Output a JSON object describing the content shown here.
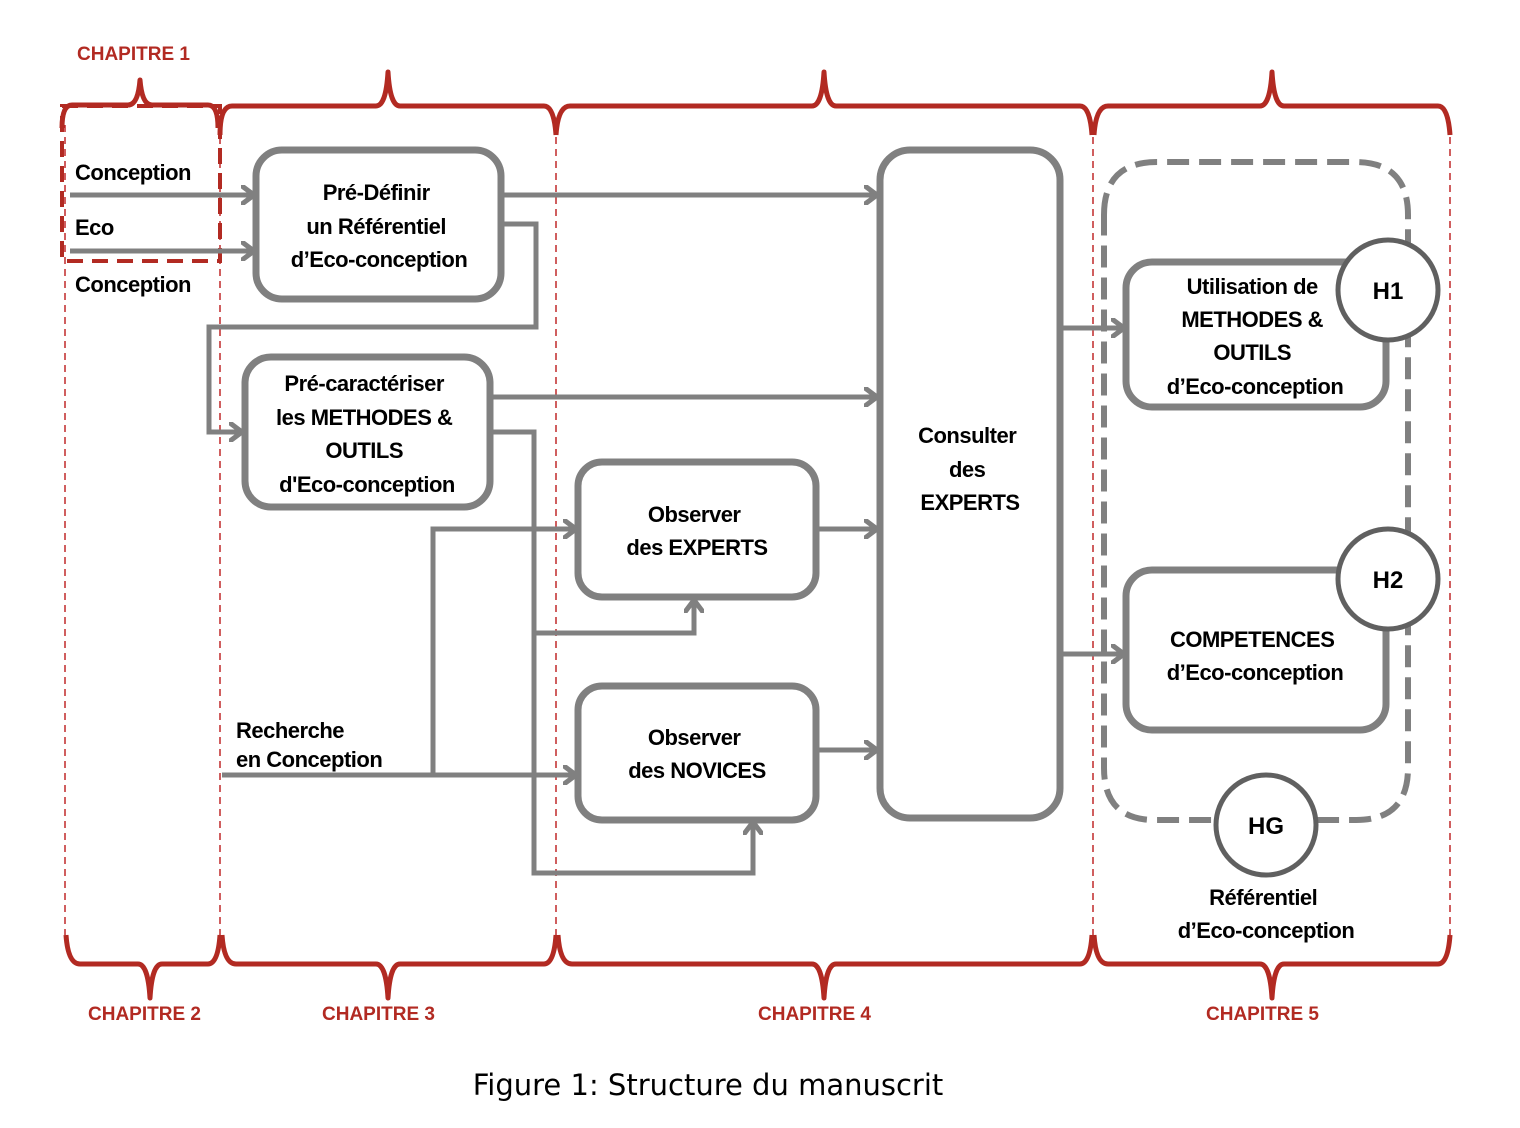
{
  "chapters": {
    "ch1": "CHAPITRE 1",
    "ch2": "CHAPITRE 2",
    "ch3": "CHAPITRE 3",
    "ch4": "CHAPITRE 4",
    "ch5": "CHAPITRE 5"
  },
  "inputs": {
    "conception": "Conception",
    "eco": "Eco",
    "conception2": "Conception",
    "recherche_line1": "Recherche",
    "recherche_line2": "en Conception"
  },
  "boxes": {
    "predefinir": [
      "Pré-Définir",
      "un Référentiel",
      "d’Eco-conception"
    ],
    "precaracteriser": [
      "Pré-caractériser",
      "les METHODES &",
      "OUTILS",
      "d'Eco-conception"
    ],
    "observer_experts": [
      "Observer",
      "des EXPERTS"
    ],
    "observer_novices": [
      "Observer",
      "des NOVICES"
    ],
    "consulter": [
      "Consulter",
      "des",
      "EXPERTS"
    ],
    "utilisation": [
      "Utilisation de",
      "METHODES &",
      "OUTILS",
      "d’Eco-conception"
    ],
    "competences": [
      "COMPETENCES",
      "d’Eco-conception"
    ]
  },
  "hypotheses": {
    "h1": "H1",
    "h2": "H2",
    "hg": "HG"
  },
  "referentiel": [
    "Référentiel",
    "d’Eco-conception"
  ],
  "caption": "Figure 1: Structure du manuscrit",
  "colors": {
    "chapter_red": "#b22a22",
    "box_gray": "#808080"
  }
}
